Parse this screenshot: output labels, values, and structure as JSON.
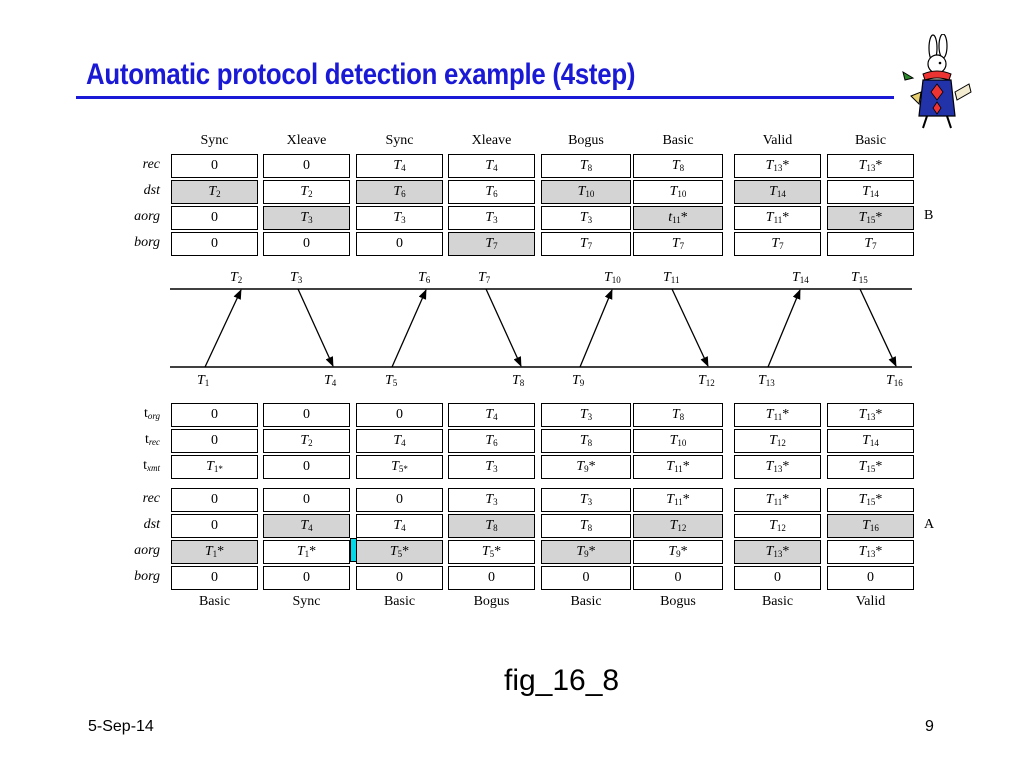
{
  "title": "Automatic protocol detection example (4step)",
  "figure_label": "fig_16_8",
  "footer": {
    "date": "5-Sep-14",
    "page": "9"
  },
  "side_labels": {
    "top": "B",
    "bottom": "A"
  },
  "top_modes": [
    "Sync",
    "Xleave",
    "Sync",
    "Xleave",
    "Bogus",
    "Basic",
    "Valid",
    "Basic"
  ],
  "bottom_modes": [
    "Basic",
    "Sync",
    "Basic",
    "Bogus",
    "Basic",
    "Bogus",
    "Basic",
    "Valid"
  ],
  "b_table": {
    "rows": [
      {
        "label": "rec",
        "cells": [
          [
            "0"
          ],
          [
            "0"
          ],
          [
            "T",
            "4"
          ],
          [
            "T",
            "4"
          ],
          [
            "T",
            "8"
          ],
          [
            "T",
            "8"
          ],
          [
            "T",
            "13",
            "*"
          ],
          [
            "T",
            "13",
            "*"
          ]
        ],
        "shaded": []
      },
      {
        "label": "dst",
        "cells": [
          [
            "T",
            "2"
          ],
          [
            "T",
            "2"
          ],
          [
            "T",
            "6"
          ],
          [
            "T",
            "6"
          ],
          [
            "T",
            "10"
          ],
          [
            "T",
            "10"
          ],
          [
            "T",
            "14"
          ],
          [
            "T",
            "14"
          ]
        ],
        "shaded": [
          0,
          2,
          4,
          6
        ]
      },
      {
        "label": "aorg",
        "cells": [
          [
            "0"
          ],
          [
            "T",
            "3"
          ],
          [
            "T",
            "3"
          ],
          [
            "T",
            "3"
          ],
          [
            "T",
            "3"
          ],
          [
            "t",
            "11",
            "*"
          ],
          [
            "T",
            "11",
            "*"
          ],
          [
            "T",
            "15",
            "*"
          ]
        ],
        "shaded": [
          1,
          5,
          7
        ]
      },
      {
        "label": "borg",
        "cells": [
          [
            "0"
          ],
          [
            "0"
          ],
          [
            "0"
          ],
          [
            "T",
            "7"
          ],
          [
            "T",
            "7"
          ],
          [
            "T",
            "7"
          ],
          [
            "T",
            "7"
          ],
          [
            "T",
            "7"
          ]
        ],
        "shaded": [
          3
        ]
      }
    ]
  },
  "timestamps_table": {
    "rows": [
      {
        "label": "t",
        "label_sub": "org",
        "cells": [
          [
            "0"
          ],
          [
            "0"
          ],
          [
            "0"
          ],
          [
            "T",
            "4"
          ],
          [
            "T",
            "3"
          ],
          [
            "T",
            "8"
          ],
          [
            "T",
            "11",
            "*"
          ],
          [
            "T",
            "13",
            "*"
          ]
        ]
      },
      {
        "label": "t",
        "label_sub": "rec",
        "cells": [
          [
            "0"
          ],
          [
            "T",
            "2"
          ],
          [
            "T",
            "4"
          ],
          [
            "T",
            "6"
          ],
          [
            "T",
            "8"
          ],
          [
            "T",
            "10"
          ],
          [
            "T",
            "12"
          ],
          [
            "T",
            "14"
          ]
        ]
      },
      {
        "label": "t",
        "label_sub": "xmt",
        "cells": [
          [
            "T",
            "1*"
          ],
          [
            "0"
          ],
          [
            "T",
            "5*"
          ],
          [
            "T",
            "3"
          ],
          [
            "T",
            "9",
            "*"
          ],
          [
            "T",
            "11",
            "*"
          ],
          [
            "T",
            "13",
            "*"
          ],
          [
            "T",
            "15",
            "*"
          ]
        ]
      }
    ]
  },
  "a_table": {
    "rows": [
      {
        "label": "rec",
        "cells": [
          [
            "0"
          ],
          [
            "0"
          ],
          [
            "0"
          ],
          [
            "T",
            "3"
          ],
          [
            "T",
            "3"
          ],
          [
            "T",
            "11",
            "*"
          ],
          [
            "T",
            "11",
            "*"
          ],
          [
            "T",
            "15",
            "*"
          ]
        ],
        "shaded": []
      },
      {
        "label": "dst",
        "cells": [
          [
            "0"
          ],
          [
            "T",
            "4"
          ],
          [
            "T",
            "4"
          ],
          [
            "T",
            "8"
          ],
          [
            "T",
            "8"
          ],
          [
            "T",
            "12"
          ],
          [
            "T",
            "12"
          ],
          [
            "T",
            "16"
          ]
        ],
        "shaded": [
          1,
          3,
          5,
          7
        ]
      },
      {
        "label": "aorg",
        "cells": [
          [
            "T",
            "1",
            "*"
          ],
          [
            "T",
            "1",
            "*"
          ],
          [
            "T",
            "5",
            "*"
          ],
          [
            "T",
            "5",
            "*"
          ],
          [
            "T",
            "9",
            "*"
          ],
          [
            "T",
            "9",
            "*"
          ],
          [
            "T",
            "13",
            "*"
          ],
          [
            "T",
            "13",
            "*"
          ]
        ],
        "shaded": [
          0,
          2,
          4,
          6
        ]
      },
      {
        "label": "borg",
        "cells": [
          [
            "0"
          ],
          [
            "0"
          ],
          [
            "0"
          ],
          [
            "0"
          ],
          [
            "0"
          ],
          [
            "0"
          ],
          [
            "0"
          ],
          [
            "0"
          ]
        ],
        "shaded": []
      }
    ]
  },
  "timeline": {
    "top_labels": [
      [
        "T",
        "2"
      ],
      [
        "T",
        "3"
      ],
      [
        "T",
        "6"
      ],
      [
        "T",
        "7"
      ],
      [
        "T",
        "10"
      ],
      [
        "T",
        "11"
      ],
      [
        "T",
        "14"
      ],
      [
        "T",
        "15"
      ]
    ],
    "bottom_labels": [
      [
        "T",
        "1"
      ],
      [
        "T",
        "4"
      ],
      [
        "T",
        "5"
      ],
      [
        "T",
        "8"
      ],
      [
        "T",
        "9"
      ],
      [
        "T",
        "12"
      ],
      [
        "T",
        "13"
      ],
      [
        "T",
        "16"
      ]
    ]
  }
}
